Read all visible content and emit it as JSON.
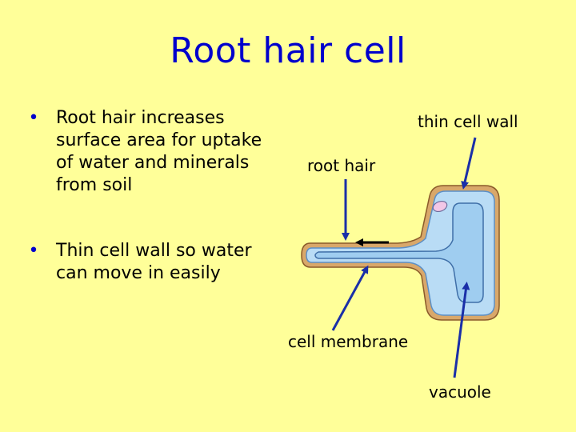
{
  "slide": {
    "title": "Root hair cell",
    "bullets": [
      {
        "text": "Root hair increases surface area for uptake of water and minerals from soil"
      },
      {
        "text": "Thin cell wall so water can move in easily"
      }
    ],
    "bullet_glyph": "•"
  },
  "diagram": {
    "labels": {
      "thin_cell_wall": "thin cell wall",
      "root_hair": "root hair",
      "cell_membrane": "cell membrane",
      "vacuole": "vacuole"
    },
    "colors": {
      "background": "#ffff99",
      "title": "#0000cc",
      "cell_wall": "#d9a86a",
      "cytoplasm": "#b9dcf5",
      "membrane": "#5b8fc7",
      "arrow": "#1a2fa8",
      "nucleus": "#f2c7e6"
    }
  }
}
